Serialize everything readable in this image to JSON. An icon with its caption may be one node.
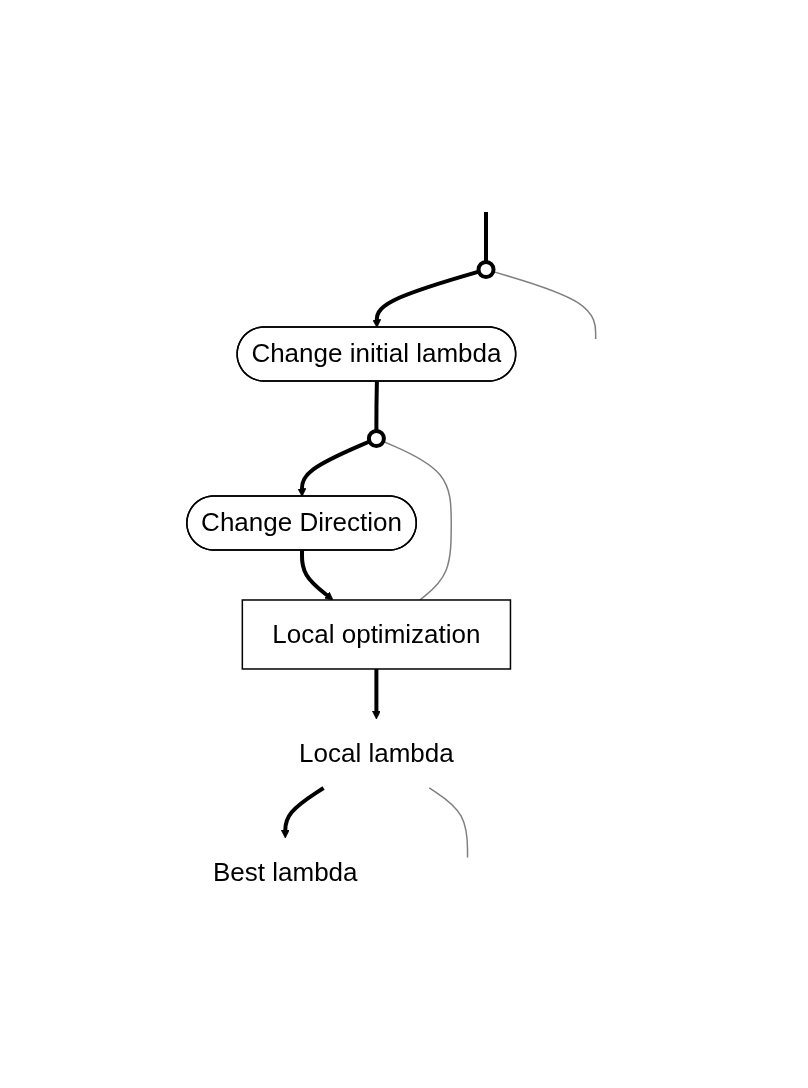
{
  "diagram": {
    "nodes": [
      {
        "text": [],
        "shape": "circle"
      },
      {
        "text": [
          "Change initial lambda"
        ]
      },
      {
        "text": [],
        "shape": "circle"
      },
      {
        "text": [
          "Change Direction"
        ]
      },
      {
        "text": [
          "Local optimization"
        ]
      },
      {
        "text": [
          "Local lambda"
        ]
      },
      {
        "text": [
          "Best lambda"
        ]
      }
    ],
    "edges": [
      {
        "from": null,
        "to": 0,
        "arrow": "none"
      },
      {
        "from": 0,
        "to": 1,
        "arrow": "to"
      },
      {
        "from": 0,
        "to": null,
        "arrow": "none",
        "color": "#808080"
      },
      {
        "from": 1,
        "to": 2,
        "arrow": "none"
      },
      {
        "from": 2,
        "to": 3,
        "arrow": "to"
      },
      {
        "from": 3,
        "to": 4,
        "arrow": "to"
      },
      {
        "from": 4,
        "to": 5,
        "arrow": "to"
      },
      {
        "from": 4,
        "to": 2,
        "arrow": "none",
        "color": "#808080"
      },
      {
        "from": 5,
        "to": 6,
        "arrow": "to"
      },
      {
        "from": 5,
        "to": null,
        "arrow": "none",
        "color": "#808080"
      }
    ]
  }
}
